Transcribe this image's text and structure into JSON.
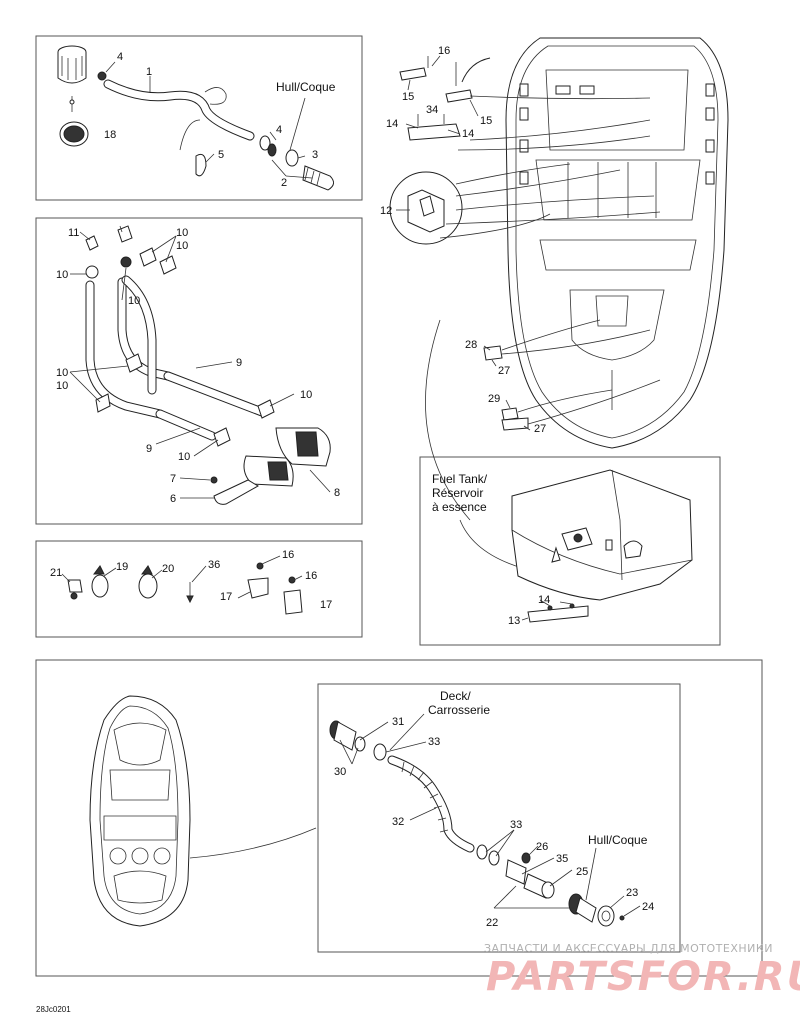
{
  "callouts": {
    "c1": "1",
    "c2": "2",
    "c3": "3",
    "c4a": "4",
    "c4b": "4",
    "c5": "5",
    "c18": "18",
    "c11": "11",
    "c10a": "10",
    "c10b": "10",
    "c10c": "10",
    "c10d": "10",
    "c10e": "10",
    "c10f": "10",
    "c10g": "10",
    "c10h": "10",
    "c9a": "9",
    "c9b": "9",
    "c7": "7",
    "c6": "6",
    "c8": "8",
    "c21": "21",
    "c19": "19",
    "c20": "20",
    "c36": "36",
    "c16a": "16",
    "c16b": "16",
    "c17a": "17",
    "c17b": "17",
    "c16c": "16",
    "c15a": "15",
    "c15b": "15",
    "c14a": "14",
    "c34": "34",
    "c14b": "14",
    "c12": "12",
    "c28": "28",
    "c27a": "27",
    "c29": "29",
    "c27b": "27",
    "c14c": "14",
    "c13": "13",
    "c30": "30",
    "c31": "31",
    "c33a": "33",
    "c32": "32",
    "c33b": "33",
    "c26": "26",
    "c35": "35",
    "c25": "25",
    "c22": "22",
    "c23": "23",
    "c24": "24"
  },
  "labels": {
    "hull_top": "Hull/Coque",
    "fuel_tank_1": "Fuel Tank/",
    "fuel_tank_2": "Réservoir",
    "fuel_tank_3": "à essence",
    "deck_1": "Deck/",
    "deck_2": "Carrosserie",
    "hull_bottom": "Hull/Coque"
  },
  "diagram_code": "28Jc0201",
  "watermark": {
    "line": "ЗАПЧАСТИ И АКСЕССУАРЫ ДЛЯ МОТОТЕХНИКИ",
    "logo": "PARTSFOR.RU"
  }
}
